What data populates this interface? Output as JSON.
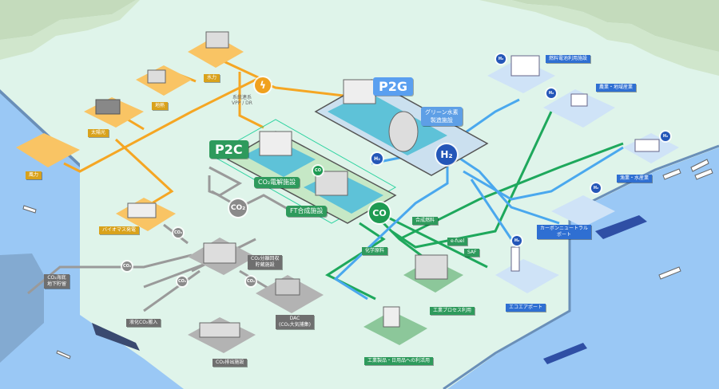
{
  "diagram": {
    "colors": {
      "land": "#dff4ea",
      "mountain": "#c4dbbc",
      "sea": "#9ac8f5",
      "power_line": "#f5a623",
      "h2_line": "#4aa8ee",
      "co_line": "#1ea85c",
      "co2_line": "#9a9a9a"
    },
    "power_sources": [
      {
        "id": "hydro",
        "label": "水力"
      },
      {
        "id": "geothermal",
        "label": "地熱"
      },
      {
        "id": "solar",
        "label": "太陽光"
      },
      {
        "id": "wind",
        "label": "風力"
      },
      {
        "id": "biomass",
        "label": "バイオマス発電"
      }
    ],
    "grid": {
      "icon": "lightning-icon",
      "label_line1": "系統連系",
      "label_line2": "VPP / DR"
    },
    "p2g": {
      "tag": "P2G",
      "facility": "グリーン水素製造施設",
      "facility_line1": "グリーン水素",
      "facility_line2": "製造施設"
    },
    "p2c": {
      "tag": "P2C",
      "electrolysis": "CO₂電解施設",
      "ft_synthesis": "FT合成施設"
    },
    "badges": {
      "h2": "H₂",
      "co": "CO",
      "co2": "CO₂",
      "co2_small": "CO₂"
    },
    "co2_facilities": {
      "capture": {
        "line1": "CO₂分離回収",
        "line2": "貯蔵施設"
      },
      "dac": {
        "line1": "DAC",
        "line2": "(CO₂大気捕集)"
      },
      "emission": "CO₂排出施設",
      "import": "液化CO₂搬入",
      "storage": {
        "line1": "CO₂海底",
        "line2": "地下貯留"
      }
    },
    "co_products": {
      "synthetic_fuel": "合成燃料",
      "efuel": "e-fuel",
      "saf": "SAF",
      "chemical": "化学原料"
    },
    "destinations": [
      {
        "id": "fuel-cell",
        "label": "燃料電池利用施設",
        "h2": "H₂"
      },
      {
        "id": "agriculture",
        "label": "農業・地域産業",
        "h2": "H₂"
      },
      {
        "id": "fishery",
        "label": "漁業・水産業",
        "h2": "H₂"
      },
      {
        "id": "port",
        "label_line1": "カーボンニュートラル",
        "label_line2": "ポート",
        "h2": "H₂"
      },
      {
        "id": "airport",
        "label": "エコエアポート",
        "h2": "H₂"
      },
      {
        "id": "industrial-process",
        "label": "工業プロセス利用"
      },
      {
        "id": "products",
        "label": "工業製品・日用品への利活用"
      }
    ]
  }
}
